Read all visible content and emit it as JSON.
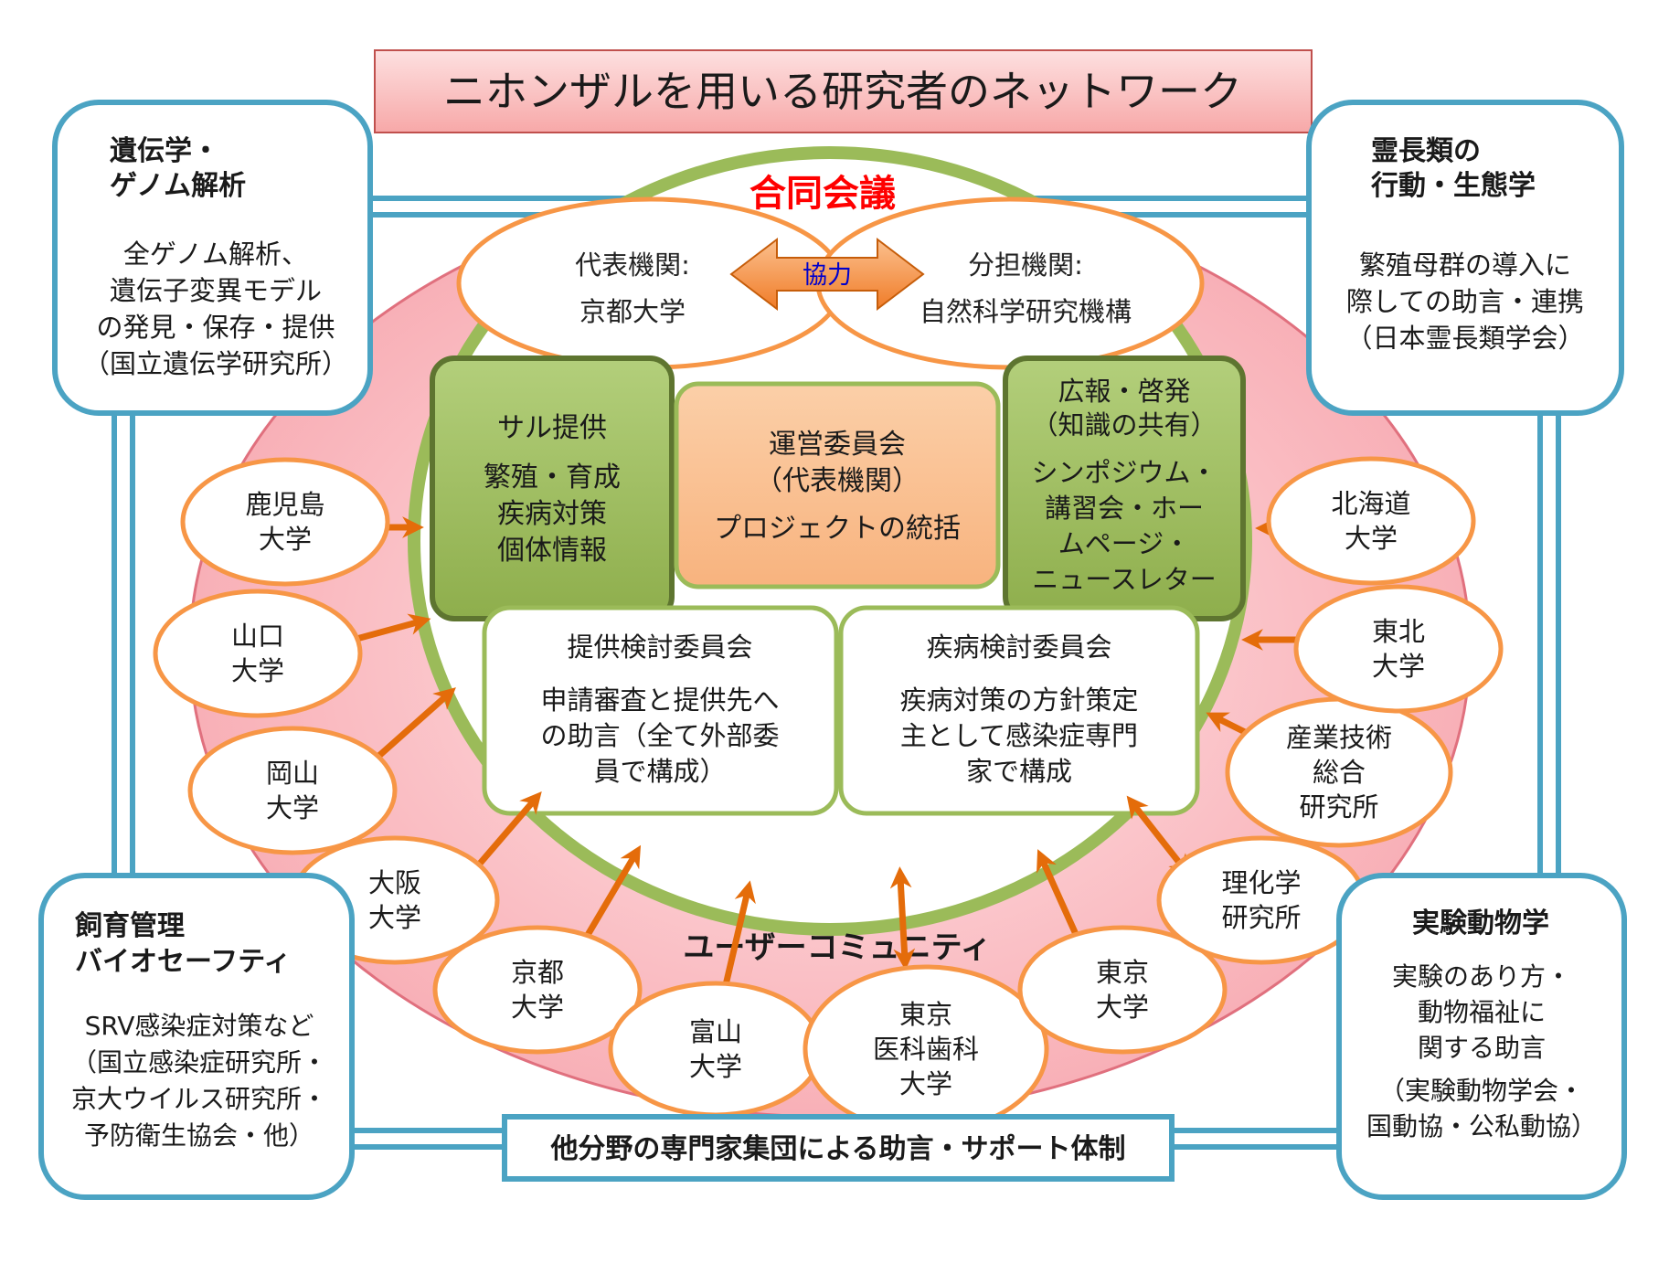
{
  "title": "ニホンザルを用いる研究者のネットワーク",
  "joint_meeting": "合同会議",
  "lead_org": {
    "label": "代表機関:",
    "name": "京都大学"
  },
  "partner_org": {
    "label": "分担機関:",
    "name": "自然科学研究機構"
  },
  "cooperation": "協力",
  "monkey_supply": {
    "title": "サル提供",
    "lines": [
      "繁殖・育成",
      "疾病対策",
      "個体情報"
    ]
  },
  "steering": {
    "lines": [
      "運営委員会",
      "（代表機関）",
      "プロジェクトの統括"
    ]
  },
  "outreach": {
    "lines": [
      "広報・啓発",
      "（知識の共有）",
      "シンポジウム・",
      "講習会・ホー",
      "ムページ・",
      "ニュースレター"
    ]
  },
  "supply_committee": {
    "title": "提供検討委員会",
    "lines": [
      "申請審査と提供先へ",
      "の助言（全て外部委",
      "員で構成）"
    ]
  },
  "disease_committee": {
    "title": "疾病検討委員会",
    "lines": [
      "疾病対策の方針策定",
      "主として感染症専門",
      "家で構成"
    ]
  },
  "user_community": "ユーザーコミュニティ",
  "support_system": "他分野の専門家集団による助言・サポート体制",
  "experts": {
    "genetics": {
      "title": [
        "遺伝学・",
        "ゲノム解析"
      ],
      "lines": [
        "全ゲノム解析、",
        "遺伝子変異モデル",
        "の発見・保存・提供",
        "（国立遺伝学研究所）"
      ]
    },
    "primate": {
      "title": [
        "霊長類の",
        "行動・生態学"
      ],
      "lines": [
        "繁殖母群の導入に",
        "際しての助言・連携",
        "（日本霊長類学会）"
      ]
    },
    "biosafety": {
      "title": [
        "飼育管理",
        "バイオセーフティ"
      ],
      "lines": [
        "SRV感染症対策など",
        "（国立感染症研究所・",
        "京大ウイルス研究所・",
        "予防衛生協会・他）"
      ]
    },
    "lab_animal": {
      "title": [
        "実験動物学"
      ],
      "lines": [
        "実験のあり方・",
        "動物福祉に",
        "関する助言",
        "（実験動物学会・",
        "国動協・公私動協）"
      ]
    }
  },
  "universities": [
    {
      "lines": [
        "鹿児島",
        "大学"
      ]
    },
    {
      "lines": [
        "山口",
        "大学"
      ]
    },
    {
      "lines": [
        "岡山",
        "大学"
      ]
    },
    {
      "lines": [
        "大阪",
        "大学"
      ]
    },
    {
      "lines": [
        "京都",
        "大学"
      ]
    },
    {
      "lines": [
        "富山",
        "大学"
      ]
    },
    {
      "lines": [
        "東京",
        "医科歯科",
        "大学"
      ]
    },
    {
      "lines": [
        "東京",
        "大学"
      ]
    },
    {
      "lines": [
        "理化学",
        "研究所"
      ]
    },
    {
      "lines": [
        "産業技術",
        "総合",
        "研究所"
      ]
    },
    {
      "lines": [
        "東北",
        "大学"
      ]
    },
    {
      "lines": [
        "北海道",
        "大学"
      ]
    }
  ],
  "colors": {
    "teal": "#4BA3C3",
    "orange": "#F79646",
    "arrow": "#E46C0A",
    "green": "#9BBB59",
    "dark_green": "#77933C",
    "steering_fill": "#FAC090",
    "title_red": "#FF0000",
    "coop_text": "#0000CC"
  }
}
